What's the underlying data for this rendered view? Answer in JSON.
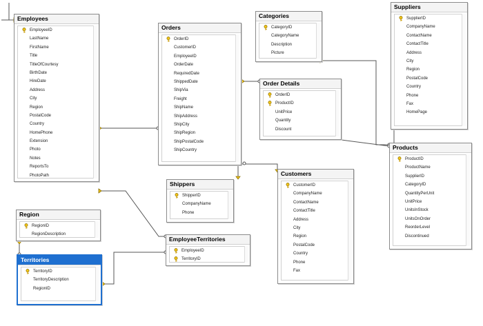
{
  "tables": {
    "employees": {
      "title": "Employees",
      "columns": [
        "EmployeeID",
        "LastName",
        "FirstName",
        "Title",
        "TitleOfCourtesy",
        "BirthDate",
        "HireDate",
        "Address",
        "City",
        "Region",
        "PostalCode",
        "Country",
        "HomePhone",
        "Extension",
        "Photo",
        "Notes",
        "ReportsTo",
        "PhotoPath"
      ],
      "keys": [
        "EmployeeID"
      ]
    },
    "orders": {
      "title": "Orders",
      "columns": [
        "OrderID",
        "CustomerID",
        "EmployeeID",
        "OrderDate",
        "RequiredDate",
        "ShippedDate",
        "ShipVia",
        "Freight",
        "ShipName",
        "ShipAddress",
        "ShipCity",
        "ShipRegion",
        "ShipPostalCode",
        "ShipCountry"
      ],
      "keys": [
        "OrderID"
      ]
    },
    "categories": {
      "title": "Categories",
      "columns": [
        "CategoryID",
        "CategoryName",
        "Description",
        "Picture"
      ],
      "keys": [
        "CategoryID"
      ]
    },
    "suppliers": {
      "title": "Suppliers",
      "columns": [
        "SupplierID",
        "CompanyName",
        "ContactName",
        "ContactTitle",
        "Address",
        "City",
        "Region",
        "PostalCode",
        "Country",
        "Phone",
        "Fax",
        "HomePage"
      ],
      "keys": [
        "SupplierID"
      ]
    },
    "order_details": {
      "title": "Order Details",
      "columns": [
        "OrderID",
        "ProductID",
        "UnitPrice",
        "Quantity",
        "Discount"
      ],
      "keys": [
        "OrderID",
        "ProductID"
      ]
    },
    "products": {
      "title": "Products",
      "columns": [
        "ProductID",
        "ProductName",
        "SupplierID",
        "CategoryID",
        "QuantityPerUnit",
        "UnitPrice",
        "UnitsInStock",
        "UnitsOnOrder",
        "ReorderLevel",
        "Discontinued"
      ],
      "keys": [
        "ProductID"
      ]
    },
    "shippers": {
      "title": "Shippers",
      "columns": [
        "ShipperID",
        "CompanyName",
        "Phone"
      ],
      "keys": [
        "ShipperID"
      ]
    },
    "customers": {
      "title": "Customers",
      "columns": [
        "CustomerID",
        "CompanyName",
        "ContactName",
        "ContactTitle",
        "Address",
        "City",
        "Region",
        "PostalCode",
        "Country",
        "Phone",
        "Fax"
      ],
      "keys": [
        "CustomerID"
      ]
    },
    "region": {
      "title": "Region",
      "columns": [
        "RegionID",
        "RegionDescription"
      ],
      "keys": [
        "RegionID"
      ]
    },
    "employee_territories": {
      "title": "EmployeeTerritories",
      "columns": [
        "EmployeeID",
        "TerritoryID"
      ],
      "keys": [
        "EmployeeID",
        "TerritoryID"
      ]
    },
    "territories": {
      "title": "Territories",
      "columns": [
        "TerritoryID",
        "TerritoryDescription",
        "RegionID"
      ],
      "keys": [
        "TerritoryID"
      ]
    }
  },
  "selected_table": "territories",
  "colors": {
    "key": "#f3c51a",
    "selection": "#1e6fd0",
    "border": "#8a8a8a"
  }
}
